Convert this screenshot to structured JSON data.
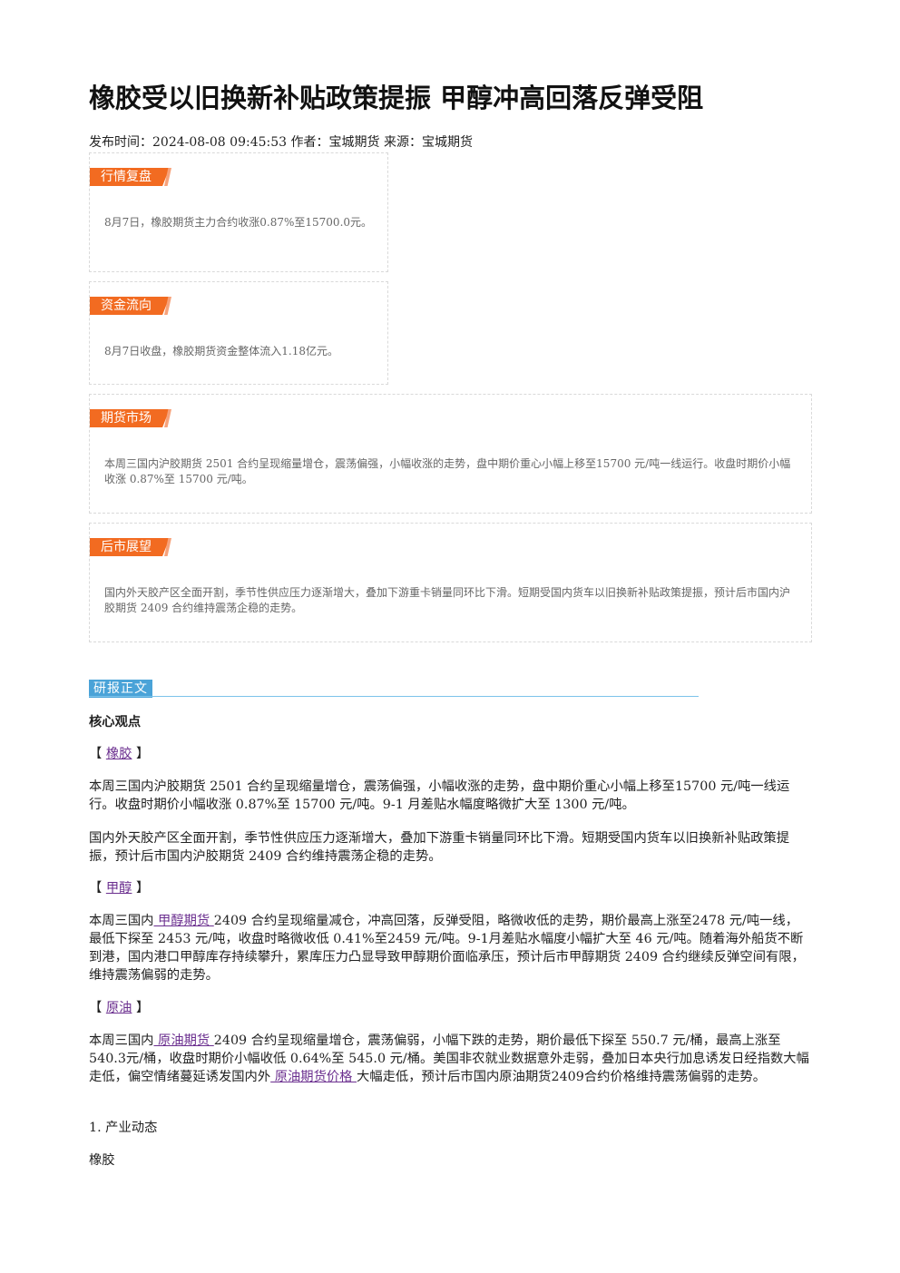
{
  "article": {
    "title": "橡胶受以旧换新补贴政策提振 甲醇冲高回落反弹受阻",
    "meta": "发布时间：2024-08-08 09:45:53 作者：宝城期货 来源：宝城期货"
  },
  "summary_boxes": [
    {
      "tag": "行情复盘",
      "text": "8月7日，橡胶期货主力合约收涨0.87%至15700.0元。"
    },
    {
      "tag": "资金流向",
      "text": "8月7日收盘，橡胶期货资金整体流入1.18亿元。"
    },
    {
      "tag": "期货市场",
      "text": "本周三国内沪胶期货 2501 合约呈现缩量增仓，震荡偏强，小幅收涨的走势，盘中期价重心小幅上移至15700 元/吨一线运行。收盘时期价小幅收涨 0.87%至 15700 元/吨。"
    },
    {
      "tag": "后市展望",
      "text": "国内外天胶产区全面开割，季节性供应压力逐渐增大，叠加下游重卡销量同环比下滑。短期受国内货车以旧换新补贴政策提振，预计后市国内沪胶期货 2409 合约维持震荡企稳的走势。"
    }
  ],
  "body": {
    "section_tag": "研报正文",
    "core_heading": "核心观点",
    "bracket_open": "【 ",
    "bracket_close": " 】",
    "rubber": {
      "label": "橡胶",
      "p1": "本周三国内沪胶期货 2501 合约呈现缩量增仓，震荡偏强，小幅收涨的走势，盘中期价重心小幅上移至15700 元/吨一线运行。收盘时期价小幅收涨 0.87%至 15700 元/吨。9-1 月差贴水幅度略微扩大至 1300 元/吨。",
      "p2": "国内外天胶产区全面开割，季节性供应压力逐渐增大，叠加下游重卡销量同环比下滑。短期受国内货车以旧换新补贴政策提振，预计后市国内沪胶期货 2409 合约维持震荡企稳的走势。"
    },
    "methanol": {
      "label": "甲醇",
      "pre": "本周三国内",
      "link": " 甲醇期货 ",
      "post": "2409 合约呈现缩量减仓，冲高回落，反弹受阻，略微收低的走势，期价最高上涨至2478 元/吨一线，最低下探至 2453 元/吨，收盘时略微收低 0.41%至2459 元/吨。9-1月差贴水幅度小幅扩大至 46 元/吨。随着海外船货不断到港，国内港口甲醇库存持续攀升，累库压力凸显导致甲醇期价面临承压，预计后市甲醇期货 2409 合约继续反弹空间有限，维持震荡偏弱的走势。"
    },
    "crude": {
      "label": "原油",
      "pre": "本周三国内",
      "link1": " 原油期货 ",
      "mid": "2409 合约呈现缩量增仓，震荡偏弱，小幅下跌的走势，期价最低下探至 550.7 元/桶，最高上涨至540.3元/桶，收盘时期价小幅收低 0.64%至 545.0 元/桶。美国非农就业数据意外走弱，叠加日本央行加息诱发日经指数大幅走低，偏空情绪蔓延诱发国内外",
      "link2": " 原油期货价格 ",
      "post": "大幅走低，预计后市国内原油期货2409合约价格维持震荡偏弱的走势。"
    },
    "industry_heading": "1. 产业动态",
    "industry_sub": "橡胶"
  }
}
